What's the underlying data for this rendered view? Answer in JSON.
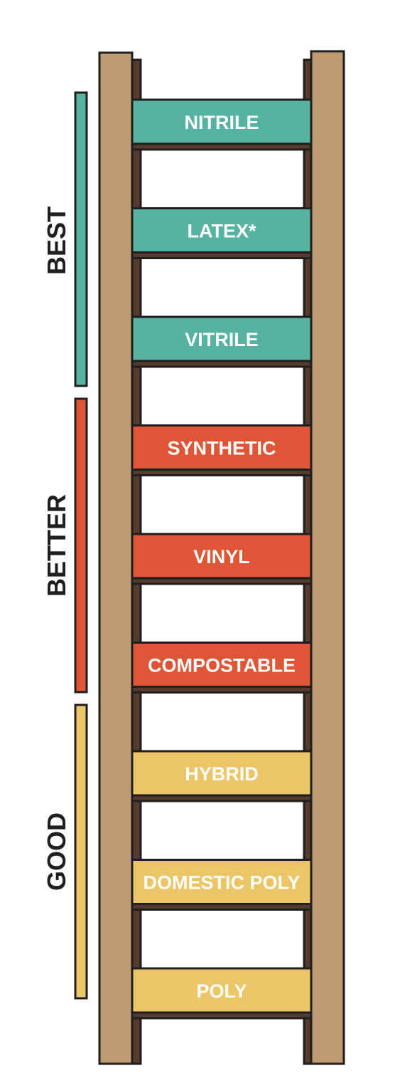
{
  "tiers": [
    {
      "label": "BEST",
      "color": "#56b3a2"
    },
    {
      "label": "BETTER",
      "color": "#de5636"
    },
    {
      "label": "GOOD",
      "color": "#ecc666"
    }
  ],
  "rungs": [
    {
      "label": "NITRILE",
      "tier": 0
    },
    {
      "label": "LATEX*",
      "tier": 0
    },
    {
      "label": "VITRILE",
      "tier": 0
    },
    {
      "label": "SYNTHETIC",
      "tier": 1
    },
    {
      "label": "VINYL",
      "tier": 1
    },
    {
      "label": "COMPOSTABLE",
      "tier": 1
    },
    {
      "label": "HYBRID",
      "tier": 2
    },
    {
      "label": "DOMESTIC POLY",
      "tier": 2
    },
    {
      "label": "POLY",
      "tier": 2
    }
  ],
  "colors": {
    "rail": "#be9b70",
    "rail_shadow": "#563a2b",
    "outline": "#1f1f1f"
  }
}
